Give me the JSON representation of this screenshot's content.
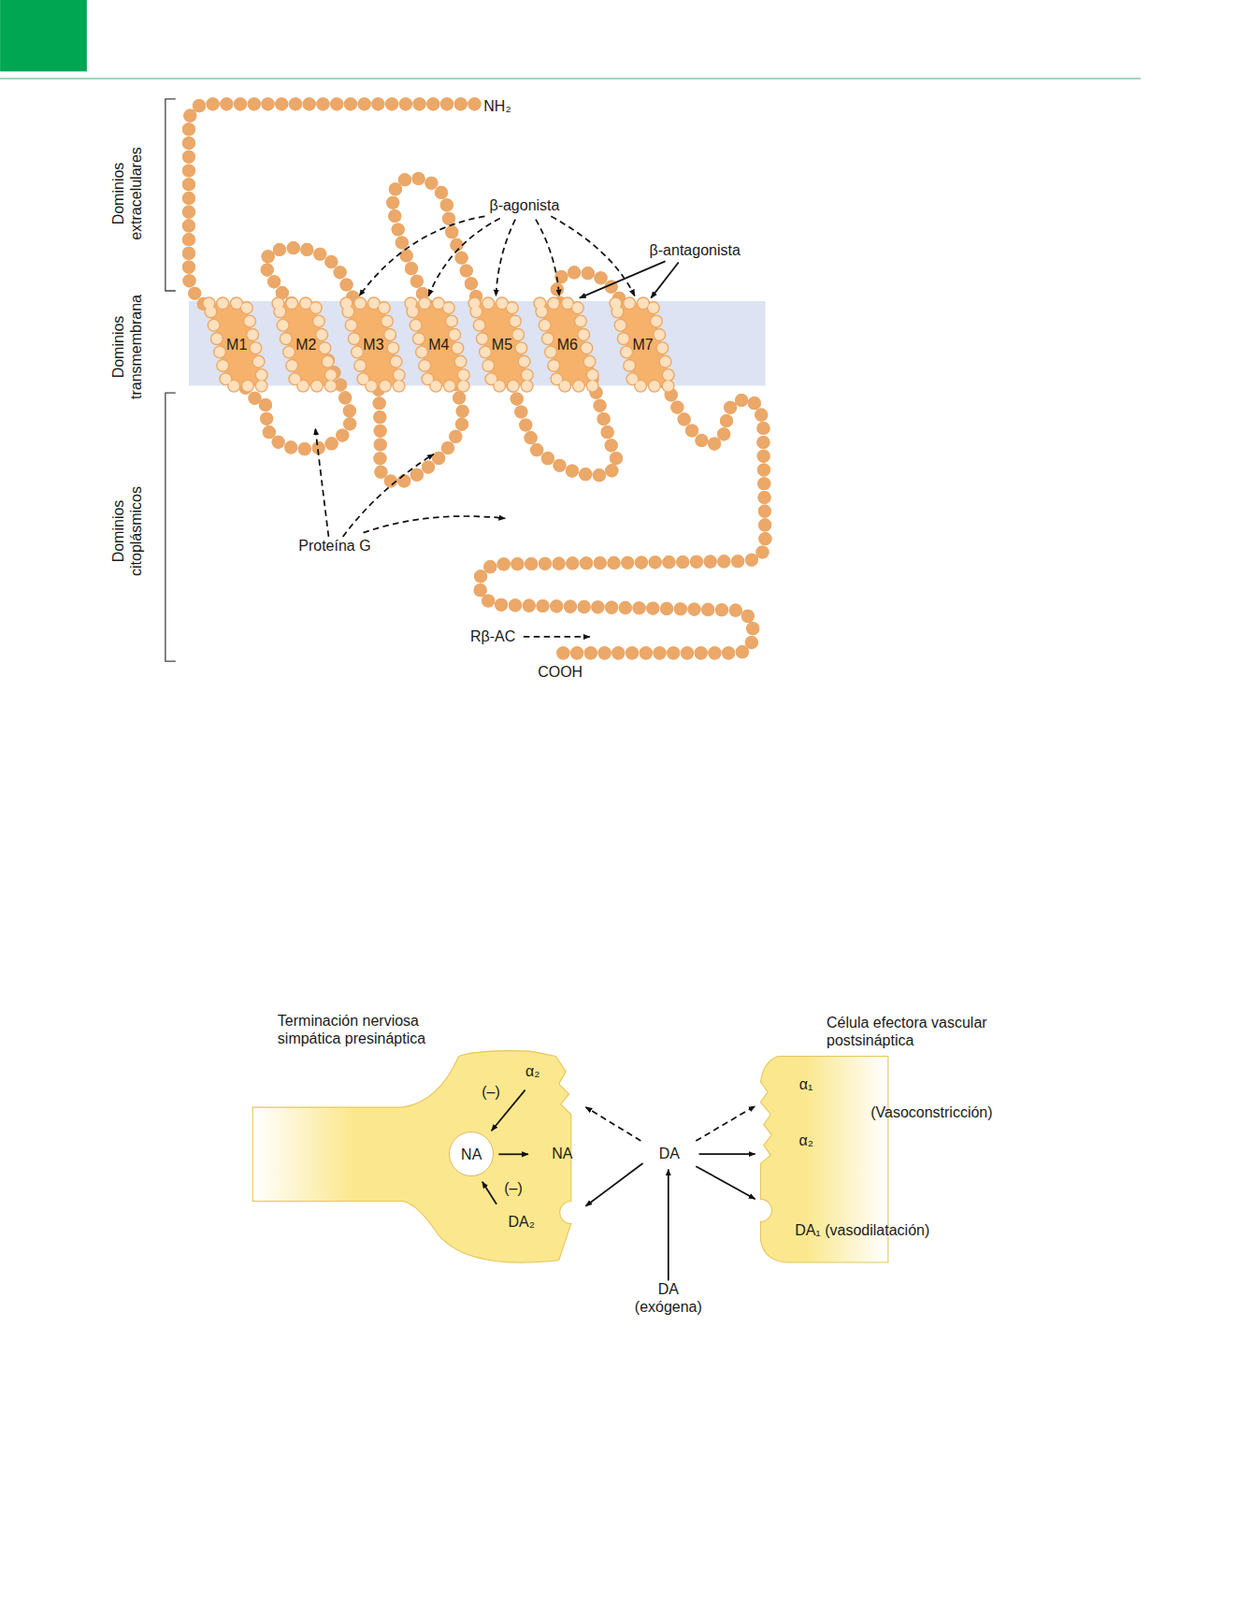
{
  "diagram": {
    "nodes": [
      {
        "text": [
          "M1"
        ]
      },
      {
        "text": [
          "M2"
        ]
      },
      {
        "text": [
          "M3"
        ]
      },
      {
        "text": [
          "M4"
        ]
      },
      {
        "text": [
          "M5"
        ]
      },
      {
        "text": [
          "M6"
        ]
      },
      {
        "text": [
          "M7"
        ]
      },
      {
        "text": [
          "Terminación nerviosa simpática presináptica"
        ]
      },
      {
        "text": [
          "NA"
        ],
        "in": 7
      },
      {
        "text": [
          "Célula efectora vascular postsináptica"
        ]
      }
    ],
    "labels": [
      "Dominios extracelulares",
      "NH₂",
      "β-agonista",
      "β-antagonista",
      "Dominios transmembrana",
      "Proteína G",
      "Dominios citoplásmicos",
      "Rβ-AC",
      "COOH",
      "(–)",
      "α₂",
      "NA",
      "(–)",
      "DA₂",
      "DA",
      "DA (exógena)",
      "α₁",
      "α₂",
      "(Vasoconstricción)",
      "DA₁ (vasodilatación)"
    ]
  }
}
